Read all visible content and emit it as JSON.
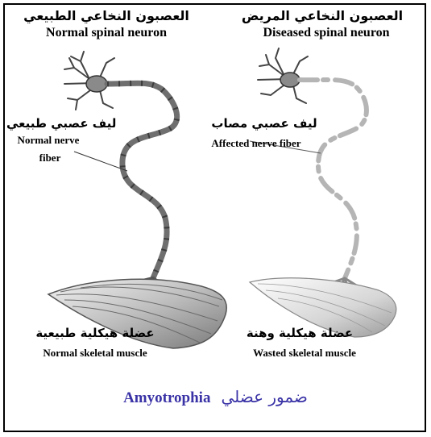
{
  "left": {
    "title_ar": "العصبون النخاعي الطبيعي",
    "title_en": "Normal spinal neuron",
    "fiber_ar": "ليف عصبي طبيعي",
    "fiber_en_line1": "Normal nerve",
    "fiber_en_line2": "fiber",
    "muscle_ar": "عضلة هيكلية طبيعية",
    "muscle_en": "Normal skeletal muscle"
  },
  "right": {
    "title_ar": "العصبون النخاعي المريض",
    "title_en": "Diseased spinal neuron",
    "fiber_ar": "ليف عصبي مصاب",
    "fiber_en": "Affected nerve fiber",
    "muscle_ar": "عضلة هيكلية وهنة",
    "muscle_en": "Wasted skeletal muscle"
  },
  "caption": {
    "en": "Amyotrophia",
    "ar": "ضمور عضلي"
  },
  "colors": {
    "caption": "#3a33a6",
    "axon_healthy": "#6f6f6f",
    "axon_damaged": "#b5b5b5"
  }
}
